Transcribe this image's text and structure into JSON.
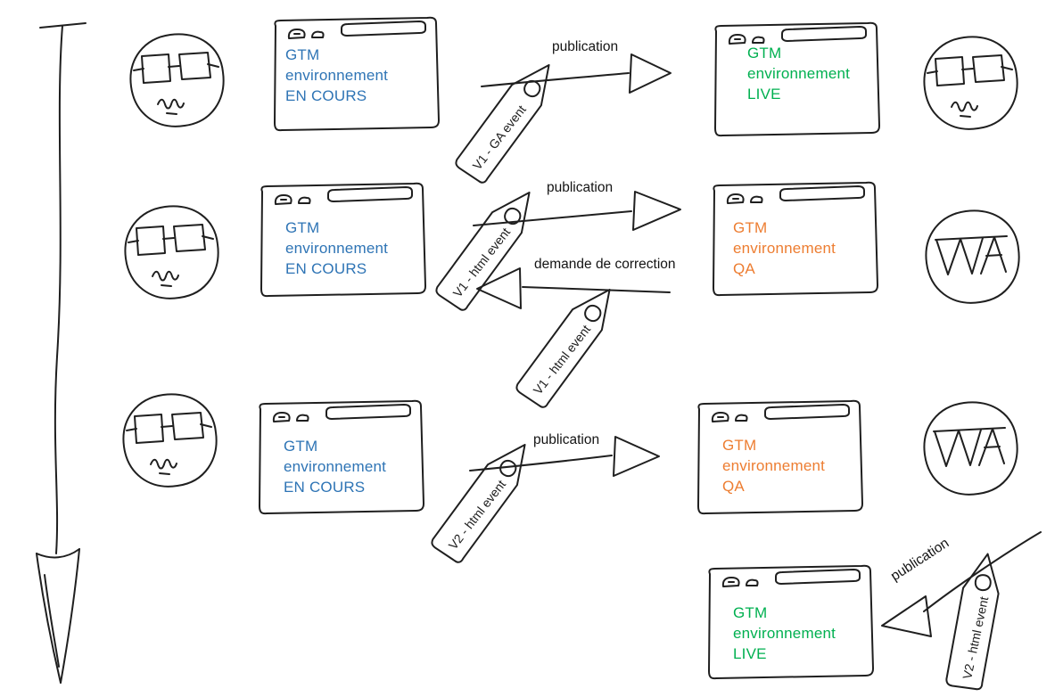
{
  "diagram": {
    "background": "#ffffff",
    "palette": {
      "ink": "#1f1f1f",
      "in_progress_blue": "#2e74b5",
      "live_green": "#00b050",
      "qa_orange": "#ed7d31"
    },
    "timeline": {
      "icon": "time-axis-down-arrow-icon",
      "direction": "down"
    },
    "actors": [
      {
        "icon": "developer-face-icon"
      },
      {
        "icon": "developer-face-icon"
      },
      {
        "icon": "developer-face-icon"
      },
      {
        "icon": "reviewer-face-icon"
      },
      {
        "icon": "qa-reviewer-face-icon"
      },
      {
        "icon": "qa-reviewer-face-icon"
      }
    ],
    "windows": [
      {
        "lines": [
          "GTM",
          "environnement",
          "EN COURS"
        ],
        "state": "in_progress"
      },
      {
        "lines": [
          "GTM",
          "environnement",
          "LIVE"
        ],
        "state": "live"
      },
      {
        "lines": [
          "GTM",
          "environnement",
          "EN COURS"
        ],
        "state": "in_progress"
      },
      {
        "lines": [
          "GTM",
          "environnement",
          "QA"
        ],
        "state": "qa"
      },
      {
        "lines": [
          "GTM",
          "environnement",
          "EN COURS"
        ],
        "state": "in_progress"
      },
      {
        "lines": [
          "GTM",
          "environnement",
          "QA"
        ],
        "state": "qa"
      },
      {
        "lines": [
          "GTM",
          "environnement",
          "LIVE"
        ],
        "state": "live"
      }
    ],
    "arrows": [
      {
        "label": "publication",
        "tag": "V1 - GA event",
        "direction": "right"
      },
      {
        "label": "publication",
        "tag": "V1 - html event",
        "direction": "right"
      },
      {
        "label": "demande de correction",
        "tag": "V1 - html event",
        "direction": "left"
      },
      {
        "label": "publication",
        "tag": "V2 - html event",
        "direction": "right"
      },
      {
        "label": "publication",
        "tag": "V2 - html event",
        "direction": "left"
      }
    ]
  }
}
